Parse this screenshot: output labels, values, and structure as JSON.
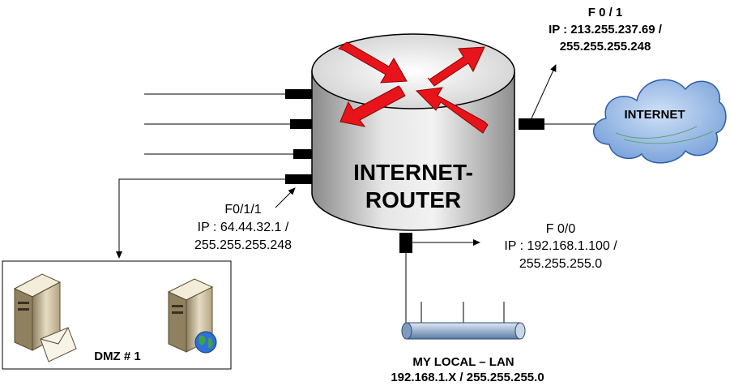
{
  "router": {
    "title_line1": "INTERNET-",
    "title_line2": "ROUTER"
  },
  "iface_wan": {
    "name": "F 0 / 1",
    "ip": "IP : 213.255.237.69 /",
    "mask": "255.255.255.248"
  },
  "iface_dmz": {
    "name": "F0/1/1",
    "ip": "IP : 64.44.32.1 /",
    "mask": "255.255.255.248"
  },
  "iface_lan": {
    "name": "F 0/0",
    "ip": "IP : 192.168.1.100 /",
    "mask": "255.255.255.0"
  },
  "internet": {
    "label": "INTERNET"
  },
  "dmz": {
    "label": "DMZ # 1"
  },
  "lan": {
    "label": "MY LOCAL – LAN",
    "subnet": "192.168.1.X / 255.255.255.0"
  },
  "colors": {
    "arrow": "#e8141b",
    "router_body": "#c9c9c9",
    "cloud": "#8fb6e6",
    "lan_bus": "#9db4cf"
  }
}
